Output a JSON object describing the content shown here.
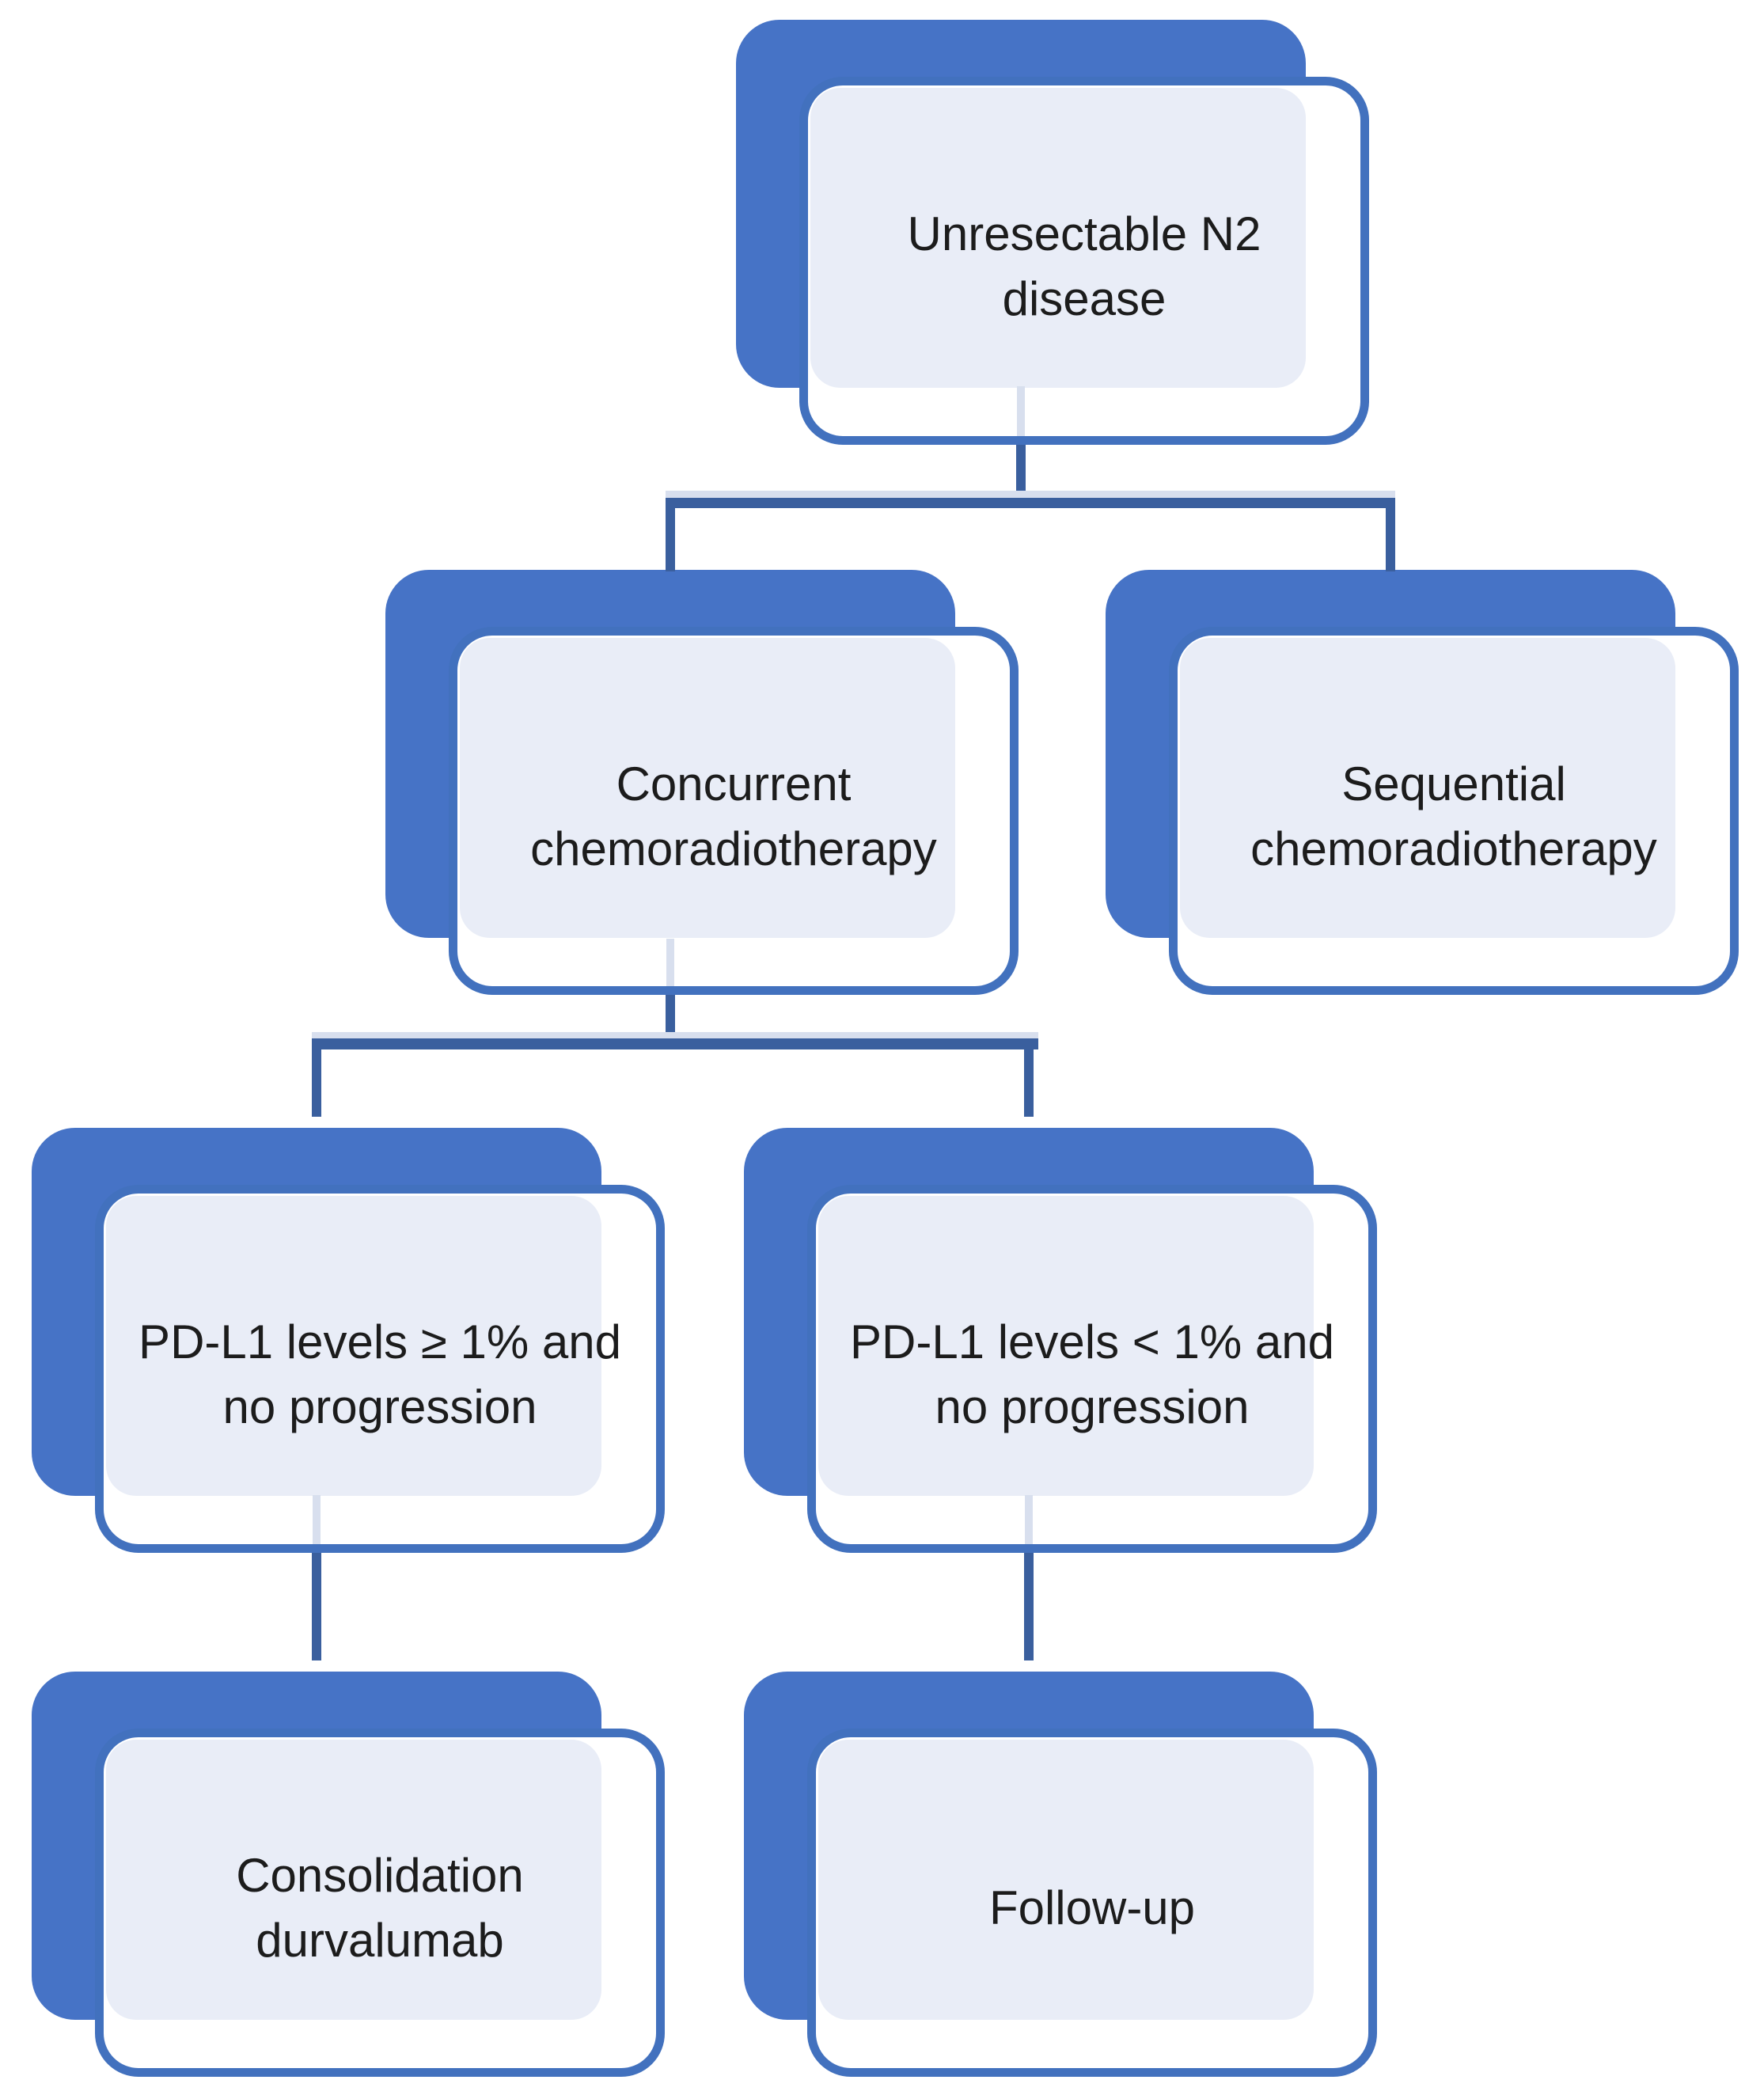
{
  "diagram": {
    "type": "flowchart",
    "nodes": [
      {
        "id": "unresectable-n2",
        "label": "Unresectable N2\ndisease"
      },
      {
        "id": "concurrent-crt",
        "label": "Concurrent\nchemoradiotherapy"
      },
      {
        "id": "sequential-crt",
        "label": "Sequential\nchemoradiotherapy"
      },
      {
        "id": "pdl1-ge-1pct",
        "label": "PD-L1 levels ≥ 1% and\nno progression"
      },
      {
        "id": "pdl1-lt-1pct",
        "label": "PD-L1 levels < 1% and\nno progression"
      },
      {
        "id": "consolidation-durvalumab",
        "label": "Consolidation\ndurvalumab"
      },
      {
        "id": "follow-up",
        "label": "Follow-up"
      }
    ],
    "edges": [
      {
        "from": "unresectable-n2",
        "to": "concurrent-crt"
      },
      {
        "from": "unresectable-n2",
        "to": "sequential-crt"
      },
      {
        "from": "concurrent-crt",
        "to": "pdl1-ge-1pct"
      },
      {
        "from": "concurrent-crt",
        "to": "pdl1-lt-1pct"
      },
      {
        "from": "pdl1-ge-1pct",
        "to": "consolidation-durvalumab"
      },
      {
        "from": "pdl1-lt-1pct",
        "to": "follow-up"
      }
    ],
    "colors": {
      "shape_fill": "#4673C6",
      "shape_border": "#4271BE",
      "panel_fill": "#E9EDF7",
      "connector": "#3A5F9E",
      "connector_light": "#D8DFEE",
      "text": "#1C1C1C",
      "background": "#FFFFFF"
    }
  }
}
